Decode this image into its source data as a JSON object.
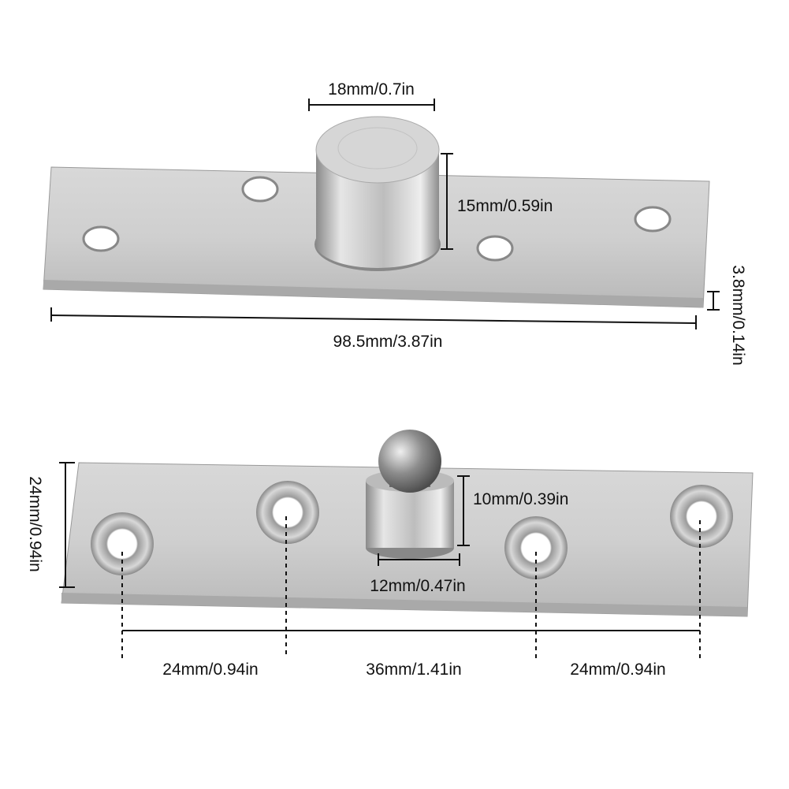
{
  "top_part": {
    "pin_diameter": "18mm/0.7in",
    "pin_height": "15mm/0.59in",
    "plate_length": "98.5mm/3.87in",
    "plate_thickness": "3.8mm/0.14in"
  },
  "bottom_part": {
    "plate_width": "24mm/0.94in",
    "pin_height": "10mm/0.39in",
    "pin_diameter": "12mm/0.47in",
    "hole_spacing": [
      "24mm/0.94in",
      "36mm/1.41in",
      "24mm/0.94in"
    ]
  },
  "colors": {
    "steel_light": "#e4e4e4",
    "steel_mid": "#c4c4c4",
    "steel_dark": "#8e8e8e"
  }
}
